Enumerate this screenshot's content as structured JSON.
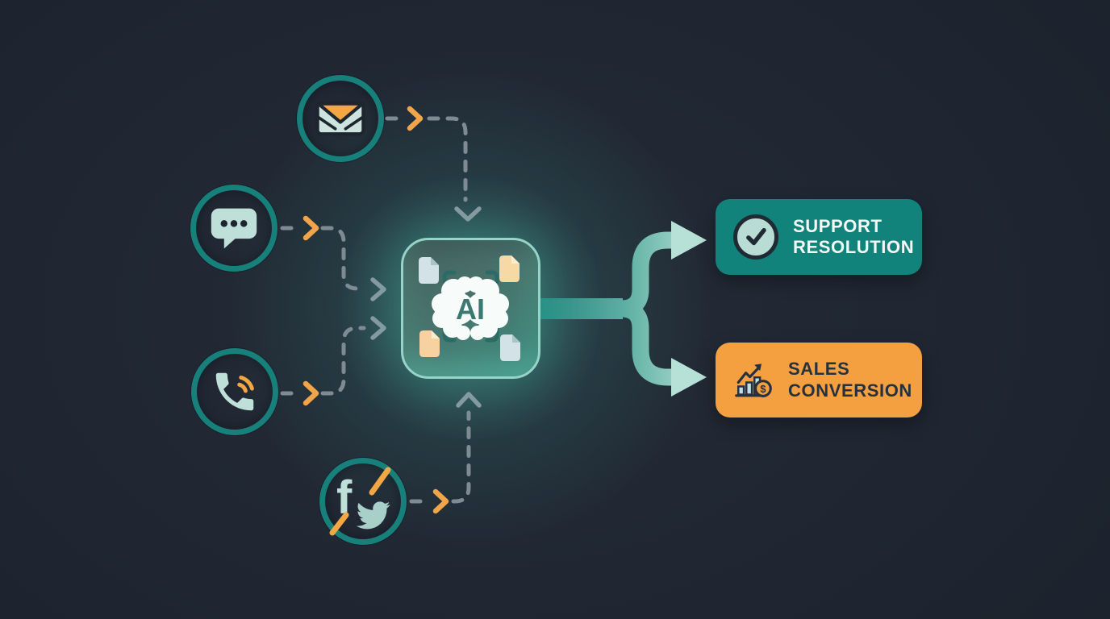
{
  "diagram": {
    "ai_core": {
      "label": "AI"
    },
    "channels": [
      {
        "id": "email",
        "icon": "email-icon"
      },
      {
        "id": "chat",
        "icon": "chat-icon"
      },
      {
        "id": "phone",
        "icon": "phone-icon"
      },
      {
        "id": "social",
        "icon": "social-icons"
      }
    ],
    "outputs": {
      "support": {
        "label": "SUPPORT RESOLUTION",
        "icon": "check-icon",
        "bg": "#12837b"
      },
      "sales": {
        "label": "SALES CONVERSION",
        "icon": "sales-growth-icon",
        "bg": "#f5a040",
        "currency_symbol": "$"
      }
    },
    "colors": {
      "background": "#202733",
      "ring_teal": "#17807a",
      "mint": "#c0e0d8",
      "accent_orange": "#f2a743",
      "dash_gray": "#828d97",
      "flow_gradient_start": "#1b7d76",
      "flow_gradient_end": "#b7e0d6",
      "dark_navy": "#232d39"
    }
  }
}
